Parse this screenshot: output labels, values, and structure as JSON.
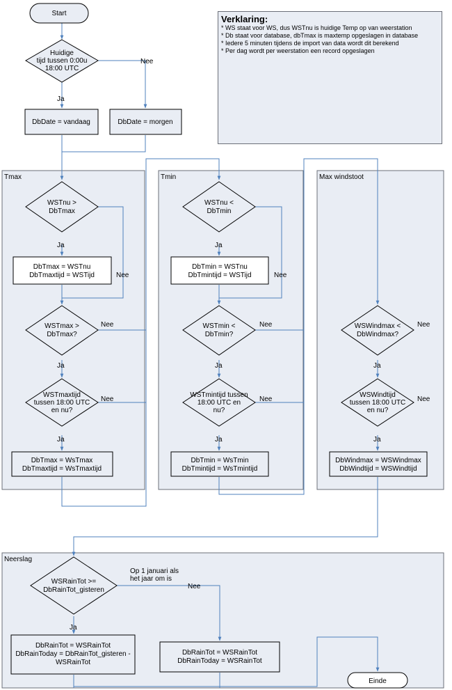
{
  "legend": {
    "title": "Verklaring:",
    "lines": [
      "* WS staat voor WS, dus WSTnu is huidige Temp op van weerstation",
      "* Db staat voor database, dbTmax is maxtemp opgeslagen in database",
      "* Iedere 5 minuten tijdens de import van data wordt dit berekend",
      "* Per dag wordt per weerstation een record opgeslagen"
    ]
  },
  "groups": {
    "tmax": "Tmax",
    "tmin": "Tmin",
    "wind": "Max windstoot",
    "rain": "Neerslag"
  },
  "nodes": {
    "start": "Start",
    "time_check": [
      "Huidige",
      "tijd tussen 0:00u",
      "18:00 UTC"
    ],
    "date_today": "DbDate = vandaag",
    "date_tomorrow": "DbDate = morgen",
    "tmax_d1": [
      "WSTnu >",
      "DbTmax"
    ],
    "tmax_p1": [
      "DbTmax = WSTnu",
      "DbTmaxtijd = WSTijd"
    ],
    "tmax_d2": [
      "WSTmax >",
      "DbTmax?"
    ],
    "tmax_d3": [
      "WSTmaxtijd",
      "tussen 18:00 UTC",
      "en nu?"
    ],
    "tmax_p2": [
      "DbTmax = WsTmax",
      "DbTmaxtijd = WsTmaxtijd"
    ],
    "tmin_d1": [
      "WSTnu <",
      "DbTmin"
    ],
    "tmin_p1": [
      "DbTmin = WSTnu",
      "DbTmintijd = WSTijd"
    ],
    "tmin_d2": [
      "WSTmin <",
      "DbTmin?"
    ],
    "tmin_d3": [
      "WSTmintijd tussen",
      "18:00 UTC en",
      "nu?"
    ],
    "tmin_p2": [
      "DbTmin = WsTmin",
      "DbTmintijd = WsTmintijd"
    ],
    "wind_d1": [
      "WSWindmax <",
      "DbWindmax?"
    ],
    "wind_d2": [
      "WSWindtijd",
      "tussen 18:00 UTC",
      "en nu?"
    ],
    "wind_p1": [
      "DbWindmax = WSWindmax",
      "DbWindtijd = WSWindtijd"
    ],
    "rain_d1": [
      "WSRainTot >=",
      "DbRainTot_gisteren"
    ],
    "rain_p1": [
      "DbRainTot = WSRainTot",
      "DbRainToday = DbRainTot_gisteren -",
      "WSRainTot"
    ],
    "rain_p2": [
      "DbRainTot = WSRainTot",
      "DbRainToday = WSRainTot"
    ],
    "end": "Einde"
  },
  "labels": {
    "ja": "Ja",
    "nee": "Nee",
    "rain_note": [
      "Op 1 januari als",
      "het jaar om is"
    ]
  },
  "colors": {
    "arrow": "#4f81bd",
    "shape_fill": "#e9edf4",
    "shape_stroke": "#000000",
    "group_fill": "#e9edf4",
    "group_stroke": "#6b6f78"
  }
}
